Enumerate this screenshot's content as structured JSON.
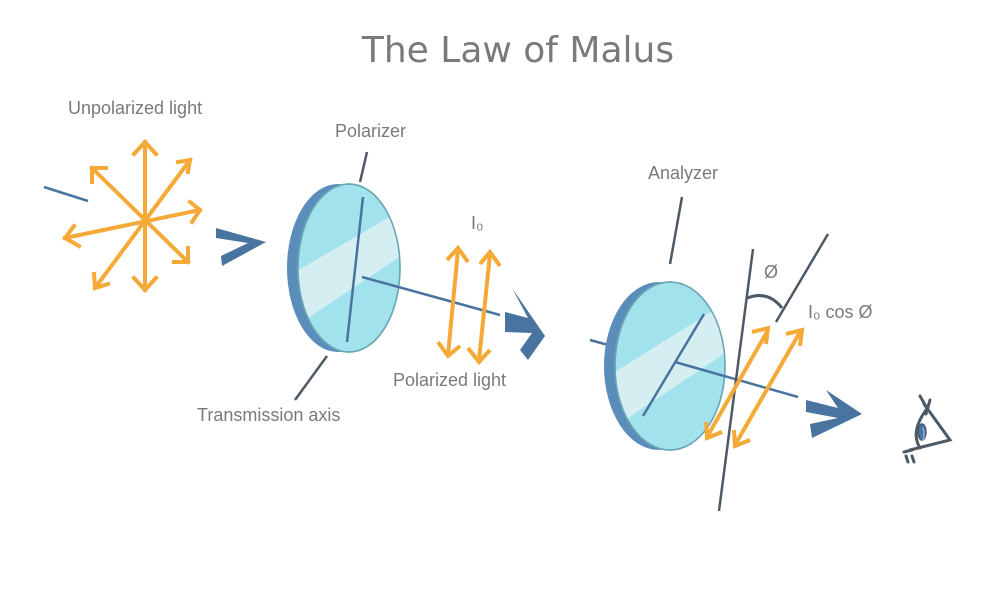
{
  "title": "The Law of Malus",
  "labels": {
    "unpolarized": "Unpolarized light",
    "polarizer": "Polarizer",
    "transmission_axis": "Transmission axis",
    "i0": "I₀",
    "polarized": "Polarized light",
    "analyzer": "Analyzer",
    "phi": "Ø",
    "i0_cos_phi": "I₀ cos Ø"
  },
  "colors": {
    "text": "#7a7a7a",
    "light_arrows": "#f5a936",
    "beam": "#4a74a0",
    "axis_line": "#4d5a66",
    "lens_face": "#a2e2ec",
    "lens_highlight": "#d4eef2",
    "lens_edge": "#5b8dba"
  }
}
